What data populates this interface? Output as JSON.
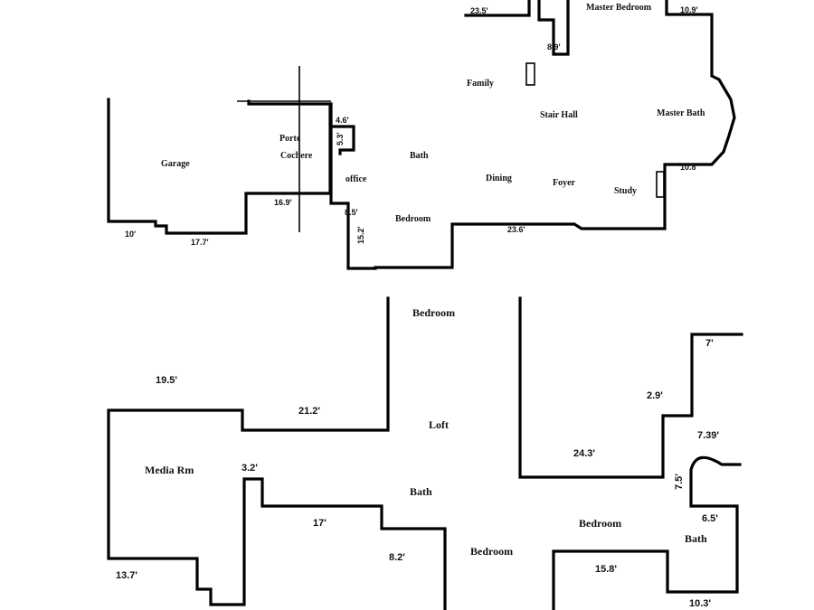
{
  "first_floor": {
    "rooms": {
      "garage": "Garage",
      "porte": "Porte",
      "cochere": "Cochere",
      "bath": "Bath",
      "office": "office",
      "bedroom": "Bedroom",
      "family": "Family",
      "stair_hall": "Stair Hall",
      "master_bedroom": "Master Bedroom",
      "master_bath": "Master Bath",
      "dining": "Dining",
      "foyer": "Foyer",
      "study": "Study"
    },
    "dims": {
      "d10": "10'",
      "d17_7": "17.7'",
      "d16_9": "16.9'",
      "d4_6": "4.6'",
      "d5_3": "5.3'",
      "d8_5": "8.5'",
      "d15_2": "15.2'",
      "d23_5": "23.5'",
      "d8_9": "8.9'",
      "d10_9": "10.9'",
      "d23_6": "23.6'",
      "d10_8": "10.8'"
    }
  },
  "second_floor": {
    "rooms": {
      "bedroom_top": "Bedroom",
      "loft": "Loft",
      "media_rm": "Media Rm",
      "bath_mid": "Bath",
      "bedroom_center": "Bedroom",
      "bedroom_right": "Bedroom",
      "bath_right": "Bath"
    },
    "dims": {
      "d19_5": "19.5'",
      "d21_2": "21.2'",
      "d3_2": "3.2'",
      "d17": "17'",
      "d8_2": "8.2'",
      "d13_7": "13.7'",
      "d24_3": "24.3'",
      "d7": "7'",
      "d2_9": "2.9'",
      "d7_39": "7.39'",
      "d7_5": "7.5'",
      "d6_5": "6.5'",
      "d15_8": "15.8'",
      "d10_3": "10.3'"
    }
  }
}
